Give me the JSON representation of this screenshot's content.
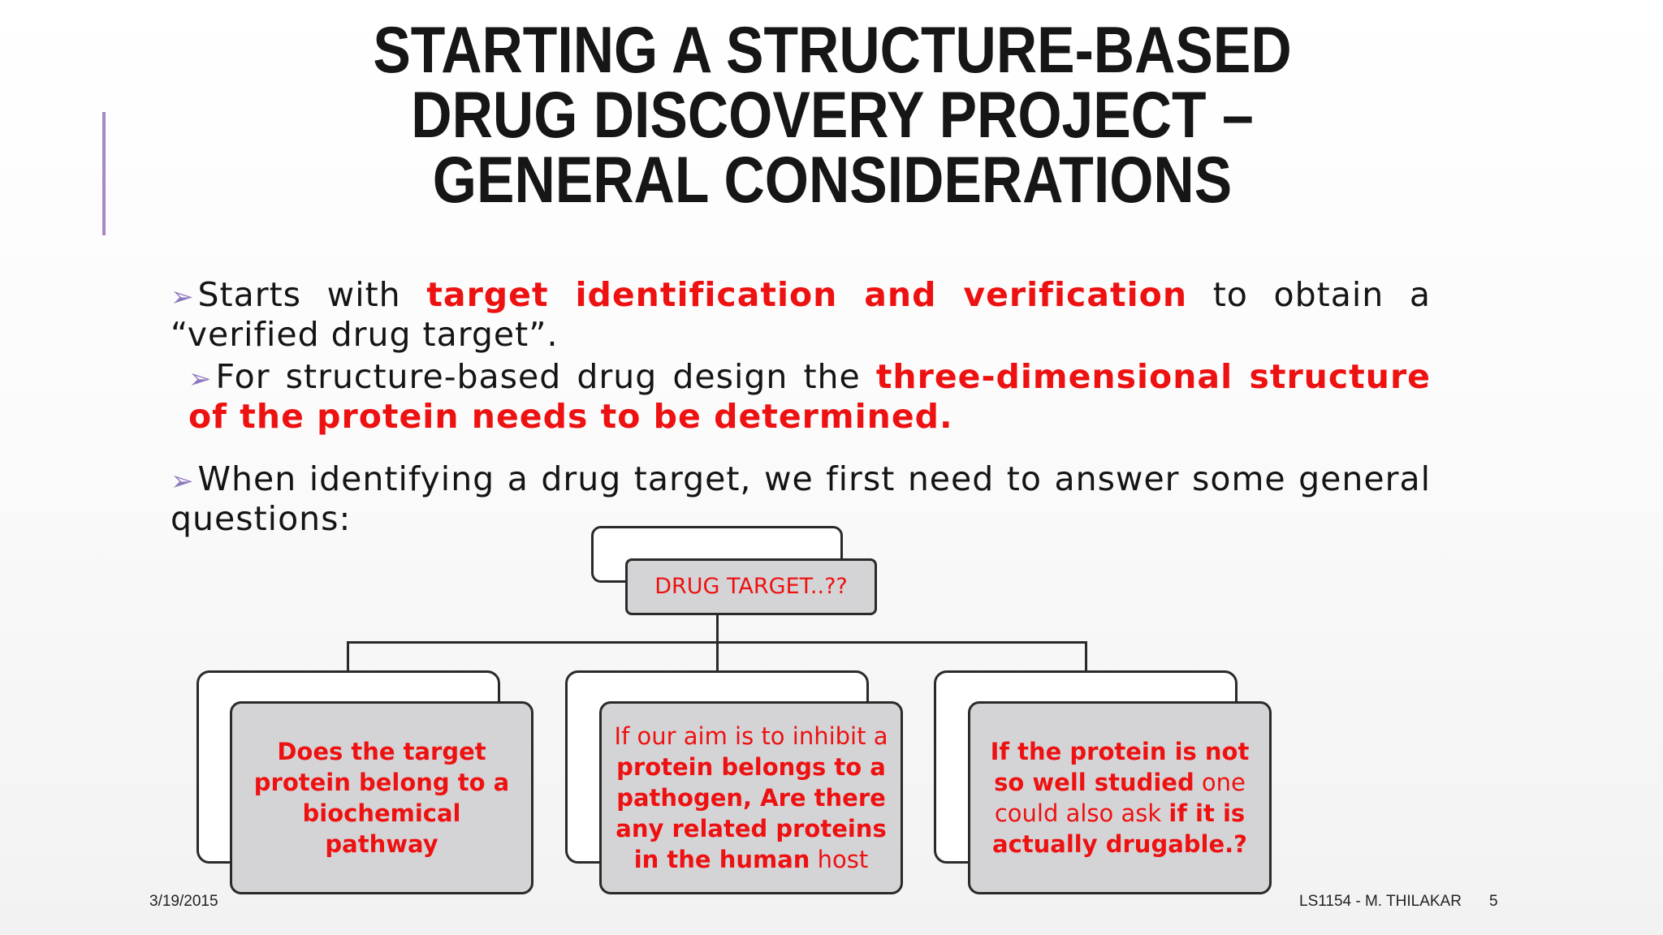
{
  "title": {
    "line1": "STARTING A STRUCTURE-BASED",
    "line2": "DRUG DISCOVERY PROJECT –",
    "line3": "GENERAL CONSIDERATIONS"
  },
  "bullets": {
    "b1": {
      "arrow": "➢",
      "pre": "Starts with ",
      "highlight": "target identification and verification",
      "post": " to obtain a “verified drug target”."
    },
    "b2": {
      "arrow": "➢",
      "pre": "For structure-based drug design the ",
      "highlight": "three-dimensional structure of the protein needs to be determined."
    },
    "b3": {
      "arrow": "➢",
      "text": "When identifying a drug target, we first need to answer some general questions:"
    }
  },
  "diagram": {
    "root": "DRUG TARGET..??",
    "child1": {
      "text": "Does the target protein belong to a biochemical pathway"
    },
    "child2": {
      "normal1": "If our aim is to inhibit a",
      "bold1": "protein belongs to a pathogen,  Are there any related proteins in the human",
      "normal2": " host"
    },
    "child3": {
      "bold1": "If the protein is not so well studied",
      "normal1": " one could also ask ",
      "bold2": "if it is actually drugable.?"
    }
  },
  "footer": {
    "date": "3/19/2015",
    "course": "LS1154 -  M. THILAKAR",
    "page": "5"
  },
  "colors": {
    "accent": "#a688c4",
    "highlight": "#ee1111",
    "box_fill": "#d4d4d6"
  }
}
